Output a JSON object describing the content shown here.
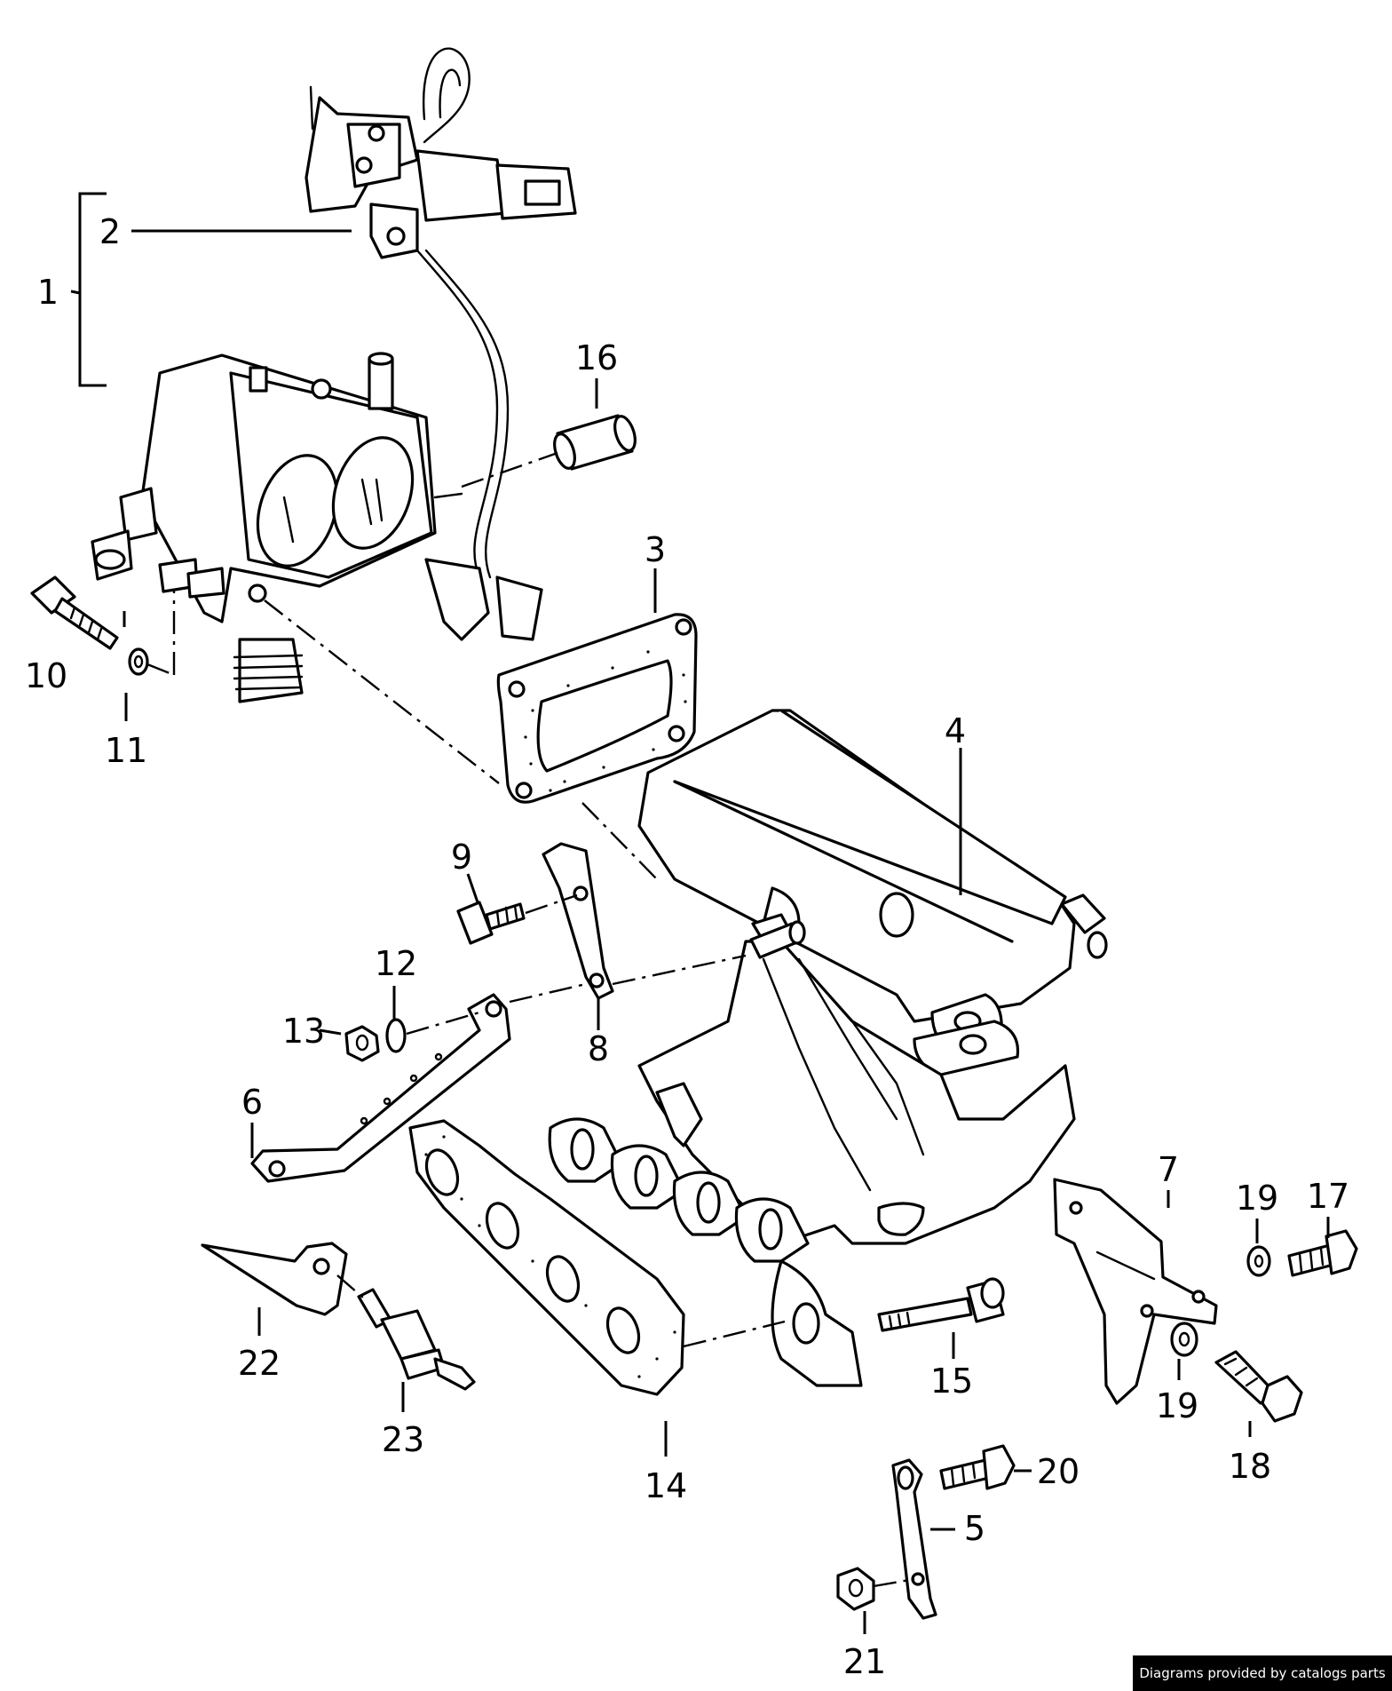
{
  "diagram": {
    "labels": [
      "1",
      "2",
      "3",
      "4",
      "5",
      "6",
      "7",
      "8",
      "9",
      "10",
      "11",
      "12",
      "13",
      "14",
      "15",
      "16",
      "17",
      "18",
      "19",
      "19",
      "20",
      "21",
      "22",
      "23"
    ]
  },
  "credit": "Diagrams provided by catalogs parts"
}
